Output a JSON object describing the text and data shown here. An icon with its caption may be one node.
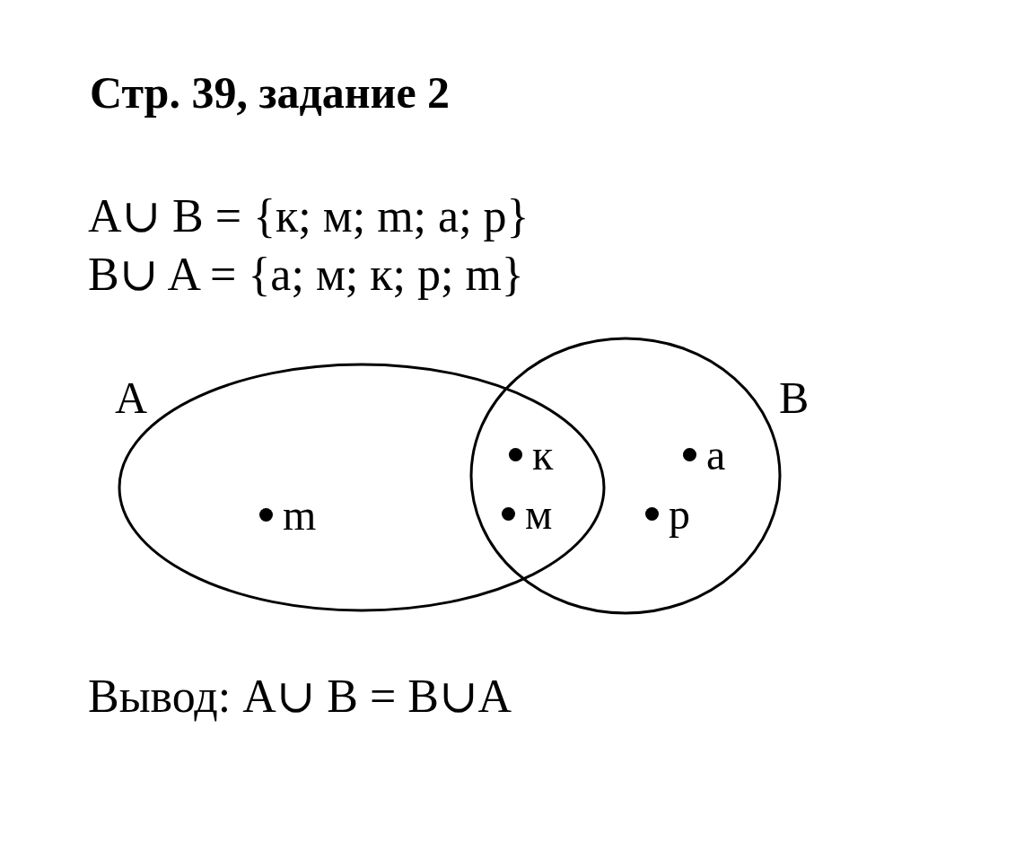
{
  "diagram": {
    "title": "Стр. 39, задание 2",
    "nodes": [
      {
        "text": [
          "A"
        ]
      },
      {
        "text": [
          "B"
        ]
      },
      {
        "text": [
          "к"
        ]
      },
      {
        "text": [
          "а"
        ],
        "in": 1
      },
      {
        "text": [
          "m"
        ],
        "in": 0
      },
      {
        "text": [
          "м"
        ]
      },
      {
        "text": [
          "р"
        ],
        "in": 1
      }
    ],
    "edges": [],
    "labels": [
      "A∪ B = {к; м; m; а; р}",
      "B∪ A = {а; м; к; р; m}",
      "Вывод: A∪ B = B∪A"
    ]
  }
}
